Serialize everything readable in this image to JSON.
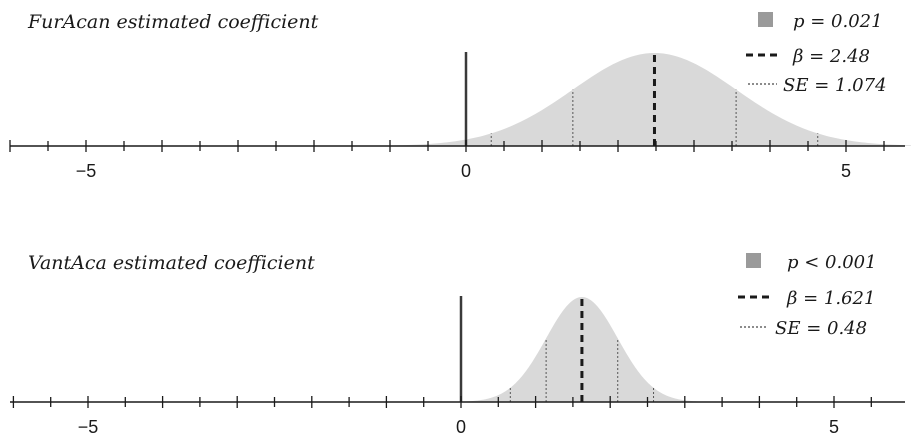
{
  "chart_data": [
    {
      "type": "area",
      "title": "FurAcan estimated coefficient",
      "xlabel": "",
      "ylabel": "",
      "xlim": [
        -6.0,
        5.7
      ],
      "x_ticks": [
        -5,
        0,
        5
      ],
      "x_tick_labels": [
        "−5",
        "0",
        "5"
      ],
      "minor_tick_step": 0.5,
      "beta": 2.48,
      "se": 1.074,
      "legend": {
        "p_label": "p = 0.021",
        "beta_label": "β = 2.48",
        "se_label": "SE = 1.074"
      },
      "zero_line": 0,
      "fill_color": "#d9d9d9",
      "legend_swatch_color": "#9a9a9a"
    },
    {
      "type": "area",
      "title": "VantAca estimated coefficient",
      "xlabel": "",
      "ylabel": "",
      "xlim": [
        -6.0,
        5.7
      ],
      "x_ticks": [
        -5,
        0,
        5
      ],
      "x_tick_labels": [
        "−5",
        "0",
        "5"
      ],
      "minor_tick_step": 0.5,
      "beta": 1.621,
      "se": 0.48,
      "legend": {
        "p_label": "p < 0.001",
        "beta_label": "β = 1.621",
        "se_label": "SE = 0.48"
      },
      "zero_line": 0,
      "fill_color": "#d9d9d9",
      "legend_swatch_color": "#9a9a9a"
    }
  ]
}
